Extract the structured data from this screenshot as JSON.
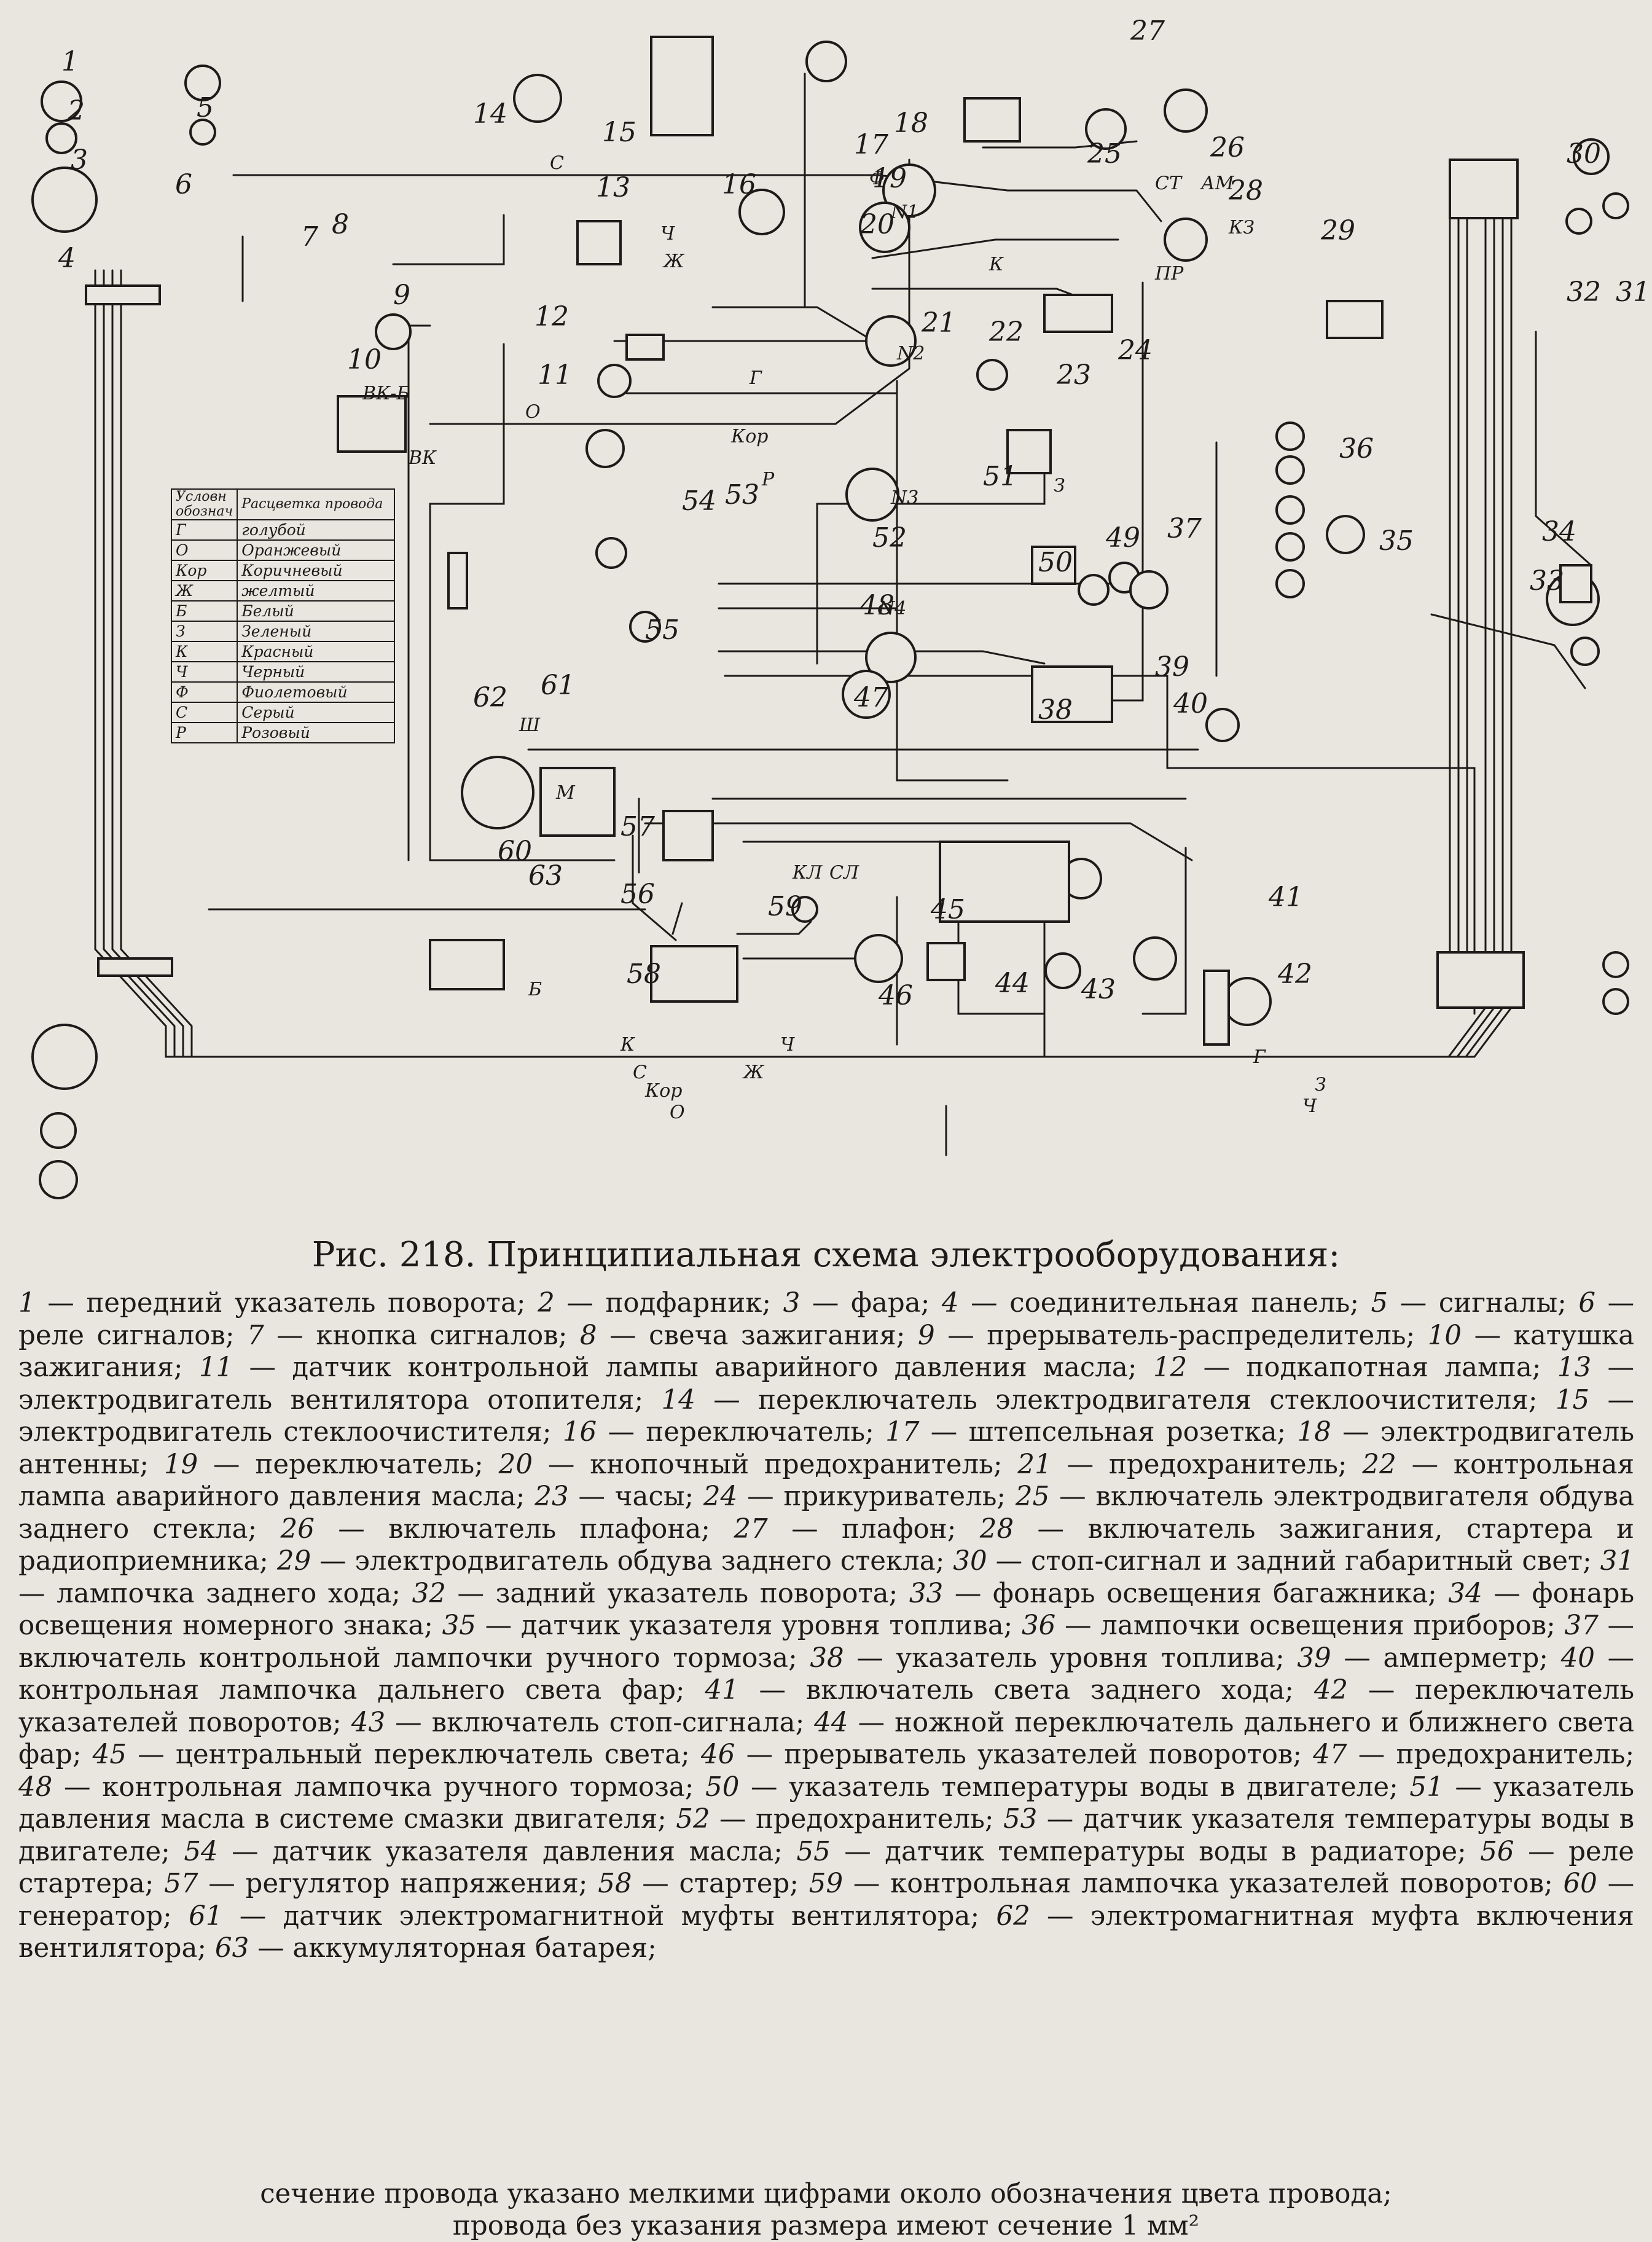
{
  "figure": {
    "caption": "Рис. 218. Принципиальная схема электрооборудования:"
  },
  "legend": {
    "header_code": "Условн обознач",
    "header_color": "Расцветка провода",
    "rows": [
      {
        "code": "Г",
        "color": "голубой"
      },
      {
        "code": "О",
        "color": "Оранжевый"
      },
      {
        "code": "Кор",
        "color": "Коричневый"
      },
      {
        "code": "Ж",
        "color": "желтый"
      },
      {
        "code": "Б",
        "color": "Белый"
      },
      {
        "code": "З",
        "color": "Зеленый"
      },
      {
        "code": "К",
        "color": "Красный"
      },
      {
        "code": "Ч",
        "color": "Черный"
      },
      {
        "code": "Ф",
        "color": "Фиолетовый"
      },
      {
        "code": "С",
        "color": "Серый"
      },
      {
        "code": "Р",
        "color": "Розовый"
      }
    ]
  },
  "component_numbers": [
    "1",
    "2",
    "3",
    "4",
    "5",
    "6",
    "7",
    "8",
    "9",
    "10",
    "11",
    "12",
    "13",
    "14",
    "15",
    "16",
    "17",
    "18",
    "19",
    "20",
    "21",
    "22",
    "23",
    "24",
    "25",
    "26",
    "27",
    "28",
    "29",
    "30",
    "31",
    "32",
    "33",
    "34",
    "35",
    "36",
    "37",
    "38",
    "39",
    "40",
    "41",
    "42",
    "43",
    "44",
    "45",
    "46",
    "47",
    "48",
    "49",
    "50",
    "51",
    "52",
    "53",
    "54",
    "55",
    "56",
    "57",
    "58",
    "59",
    "60",
    "61",
    "62",
    "63"
  ],
  "terminal_labels": [
    "ВК-Б",
    "ВК",
    "N1",
    "N2",
    "N3",
    "N4",
    "СТ",
    "АМ",
    "ПР",
    "КЗ",
    "КЛ",
    "СЛ",
    "Ш",
    "М"
  ],
  "wire_labels": [
    "С",
    "Ф",
    "Ч",
    "Ж",
    "К",
    "Г",
    "О",
    "Кор",
    "З",
    "Р",
    "Б",
    "Ч",
    "К",
    "С",
    "Ж",
    "Кор",
    "О",
    "Г",
    "З",
    "Ч"
  ],
  "descriptions": [
    {
      "n": "1",
      "t": "передний указатель поворота;"
    },
    {
      "n": "2",
      "t": "подфарник;"
    },
    {
      "n": "3",
      "t": "фара;"
    },
    {
      "n": "4",
      "t": "соединительная панель;"
    },
    {
      "n": "5",
      "t": "сигналы;"
    },
    {
      "n": "6",
      "t": "реле сигналов;"
    },
    {
      "n": "7",
      "t": "кнопка сигналов;"
    },
    {
      "n": "8",
      "t": "свеча зажигания;"
    },
    {
      "n": "9",
      "t": "прерыватель-распределитель;"
    },
    {
      "n": "10",
      "t": "катушка зажигания;"
    },
    {
      "n": "11",
      "t": "датчик контрольной лампы аварийного давления масла;"
    },
    {
      "n": "12",
      "t": "подкапотная лампа;"
    },
    {
      "n": "13",
      "t": "электродвигатель вентилятора отопителя;"
    },
    {
      "n": "14",
      "t": "переключатель электродвигателя стеклоочистителя;"
    },
    {
      "n": "15",
      "t": "электродвигатель стеклоочистителя;"
    },
    {
      "n": "16",
      "t": "переключатель;"
    },
    {
      "n": "17",
      "t": "штепсельная розетка;"
    },
    {
      "n": "18",
      "t": "электродвигатель антенны;"
    },
    {
      "n": "19",
      "t": "переключатель;"
    },
    {
      "n": "20",
      "t": "кнопочный предохранитель;"
    },
    {
      "n": "21",
      "t": "предохранитель;"
    },
    {
      "n": "22",
      "t": "контрольная лампа аварийного давления масла;"
    },
    {
      "n": "23",
      "t": "часы;"
    },
    {
      "n": "24",
      "t": "прикуриватель;"
    },
    {
      "n": "25",
      "t": "включатель электродвигателя обдува заднего стекла;"
    },
    {
      "n": "26",
      "t": "включатель плафона;"
    },
    {
      "n": "27",
      "t": "плафон;"
    },
    {
      "n": "28",
      "t": "включатель зажигания, стартера и радиоприемника;"
    },
    {
      "n": "29",
      "t": "электродвигатель обдува заднего стекла;"
    },
    {
      "n": "30",
      "t": "стоп-сигнал и задний габаритный свет;"
    },
    {
      "n": "31",
      "t": "лампочка заднего хода;"
    },
    {
      "n": "32",
      "t": "задний указатель поворота;"
    },
    {
      "n": "33",
      "t": "фонарь освещения багажника;"
    },
    {
      "n": "34",
      "t": "фонарь освещения номерного знака;"
    },
    {
      "n": "35",
      "t": "датчик указателя уровня топлива;"
    },
    {
      "n": "36",
      "t": "лампочки освещения приборов;"
    },
    {
      "n": "37",
      "t": "включатель контрольной лампочки ручного тормоза;"
    },
    {
      "n": "38",
      "t": "указатель уровня топлива;"
    },
    {
      "n": "39",
      "t": "амперметр;"
    },
    {
      "n": "40",
      "t": "контрольная лампочка дальнего света фар;"
    },
    {
      "n": "41",
      "t": "включатель света заднего хода;"
    },
    {
      "n": "42",
      "t": "переключатель указателей поворотов;"
    },
    {
      "n": "43",
      "t": "включатель стоп-сигнала;"
    },
    {
      "n": "44",
      "t": "ножной переключатель дальнего и ближнего света фар;"
    },
    {
      "n": "45",
      "t": "центральный переключатель света;"
    },
    {
      "n": "46",
      "t": "прерыватель указателей поворотов;"
    },
    {
      "n": "47",
      "t": "предохранитель;"
    },
    {
      "n": "48",
      "t": "контрольная лампочка ручного тормоза;"
    },
    {
      "n": "50",
      "t": "указатель температуры воды в двигателе;"
    },
    {
      "n": "51",
      "t": "указатель давления масла в системе смазки двигателя;"
    },
    {
      "n": "52",
      "t": "предохранитель;"
    },
    {
      "n": "53",
      "t": "датчик указателя температуры воды в двигателе;"
    },
    {
      "n": "54",
      "t": "датчик указателя давления масла;"
    },
    {
      "n": "55",
      "t": "датчик температуры воды в радиаторе;"
    },
    {
      "n": "56",
      "t": "реле стартера;"
    },
    {
      "n": "57",
      "t": "регулятор напряжения;"
    },
    {
      "n": "58",
      "t": "стартер;"
    },
    {
      "n": "59",
      "t": "контрольная лампочка указателей поворотов;"
    },
    {
      "n": "60",
      "t": "генератор;"
    },
    {
      "n": "61",
      "t": "датчик электромагнитной муфты вентилятора;"
    },
    {
      "n": "62",
      "t": "электромагнитная муфта включения вентилятора;"
    },
    {
      "n": "63",
      "t": "аккумуляторная батарея;"
    }
  ],
  "dash": "—",
  "note_line1": "сечение провода указано мелкими цифрами около обозначения цвета провода;",
  "note_line2": "провода без указания размера имеют сечение 1 мм²"
}
